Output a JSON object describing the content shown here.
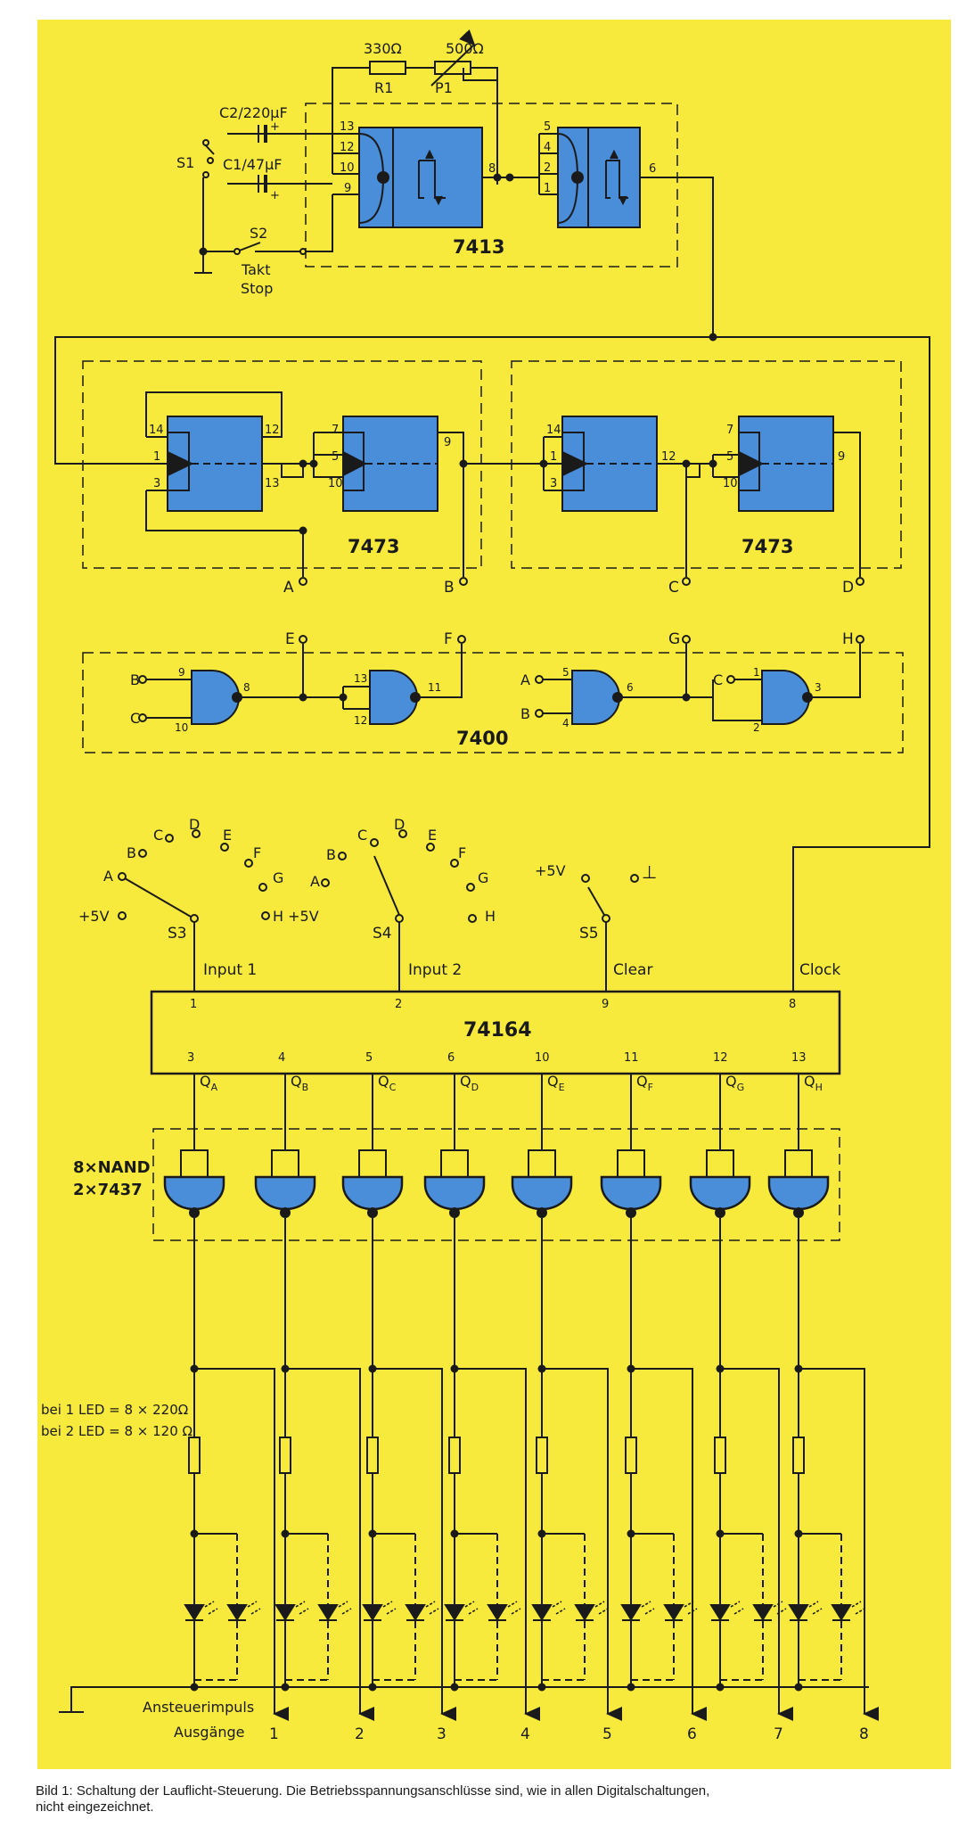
{
  "colors": {
    "background": "#f7ea3c",
    "chip": "#4a8ed9",
    "wire": "#1a1a1a",
    "page": "#ffffff"
  },
  "oscillator": {
    "chip": "7413",
    "r1_value": "330Ω",
    "r1_label": "R1",
    "p1_value": "500Ω",
    "p1_label": "P1",
    "c2": "C2/220µF",
    "c1": "C1/47µF",
    "s1": "S1",
    "s2": "S2",
    "s2_sub1": "Takt",
    "s2_sub2": "Stop",
    "gate1_pins": [
      "13",
      "12",
      "10",
      "9"
    ],
    "gate1_out": "8",
    "gate2_pins": [
      "5",
      "4",
      "2",
      "1"
    ],
    "gate2_out": "6",
    "plus": "+"
  },
  "counter": {
    "chip": "7473",
    "ff_in_pins": [
      "14",
      "1",
      "3"
    ],
    "ff_out_pins": [
      "12",
      "13"
    ],
    "ff2_pins": [
      "7",
      "5",
      "10"
    ],
    "ff2_out": "9",
    "outputs": [
      "A",
      "B",
      "C",
      "D"
    ]
  },
  "decoder": {
    "chip": "7400",
    "outputs": [
      "E",
      "F",
      "G",
      "H"
    ],
    "g1_in": [
      {
        "sig": "B",
        "pin": "9"
      },
      {
        "sig": "C",
        "pin": "10"
      }
    ],
    "g1_out": "8",
    "g2_in": [
      "13",
      "12"
    ],
    "g2_out": "11",
    "g3_in": [
      {
        "sig": "A",
        "pin": "5"
      },
      {
        "sig": "B",
        "pin": "4"
      }
    ],
    "g3_out": "6",
    "g4_in": [
      {
        "sig": "C",
        "pin": "1"
      },
      {
        "sig": "",
        "pin": "2"
      }
    ],
    "g4_out": "3"
  },
  "switches": {
    "s3": {
      "label": "S3",
      "contacts": [
        "+5V",
        "A",
        "B",
        "C",
        "D",
        "E",
        "F",
        "G",
        "H +5V"
      ]
    },
    "s4": {
      "label": "S4",
      "contacts": [
        "A",
        "B",
        "C",
        "D",
        "E",
        "F",
        "G",
        "H"
      ]
    },
    "s5": {
      "label": "S5",
      "contacts": [
        "+5V",
        "⊥"
      ]
    }
  },
  "shift_register": {
    "chip": "74164",
    "in_labels": [
      "Input 1",
      "Input 2",
      "Clear",
      "Clock"
    ],
    "in_pins": [
      "1",
      "2",
      "9",
      "8"
    ],
    "out_pins": [
      "3",
      "4",
      "5",
      "6",
      "10",
      "11",
      "12",
      "13"
    ],
    "q_names": [
      "A",
      "B",
      "C",
      "D",
      "E",
      "F",
      "G",
      "H"
    ]
  },
  "nand": {
    "line1": "8×NAND",
    "line2": "2×7437"
  },
  "resistor_note": {
    "line1": "bei 1 LED = 8 × 220Ω",
    "line2": "bei 2 LED = 8 × 120 Ω"
  },
  "outputs": {
    "line1": "Ansteuerimpuls",
    "line2": "Ausgänge",
    "numbers": [
      "1",
      "2",
      "3",
      "4",
      "5",
      "6",
      "7",
      "8"
    ]
  },
  "caption": {
    "line1": "Bild 1: Schaltung der Lauflicht-Steuerung. Die Betriebsspannungsanschlüsse sind, wie in allen Digitalschaltungen,",
    "line2": "nicht eingezeichnet."
  }
}
